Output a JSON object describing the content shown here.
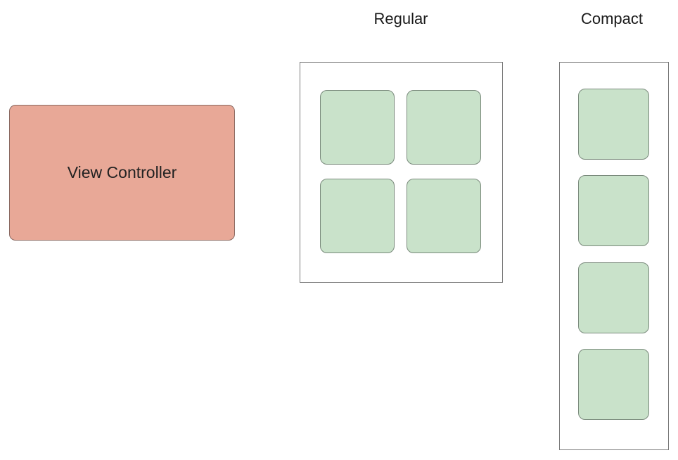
{
  "labels": {
    "regular": "Regular",
    "compact": "Compact",
    "view_controller": "View Controller"
  },
  "colors": {
    "view_controller_fill": "#e8a897",
    "cell_fill": "#c9e2ca",
    "container_border": "#7a7a7a"
  },
  "layouts": {
    "regular": {
      "columns": 2,
      "rows": 2,
      "cell_count": 4
    },
    "compact": {
      "columns": 1,
      "rows": 4,
      "cell_count": 4
    }
  }
}
